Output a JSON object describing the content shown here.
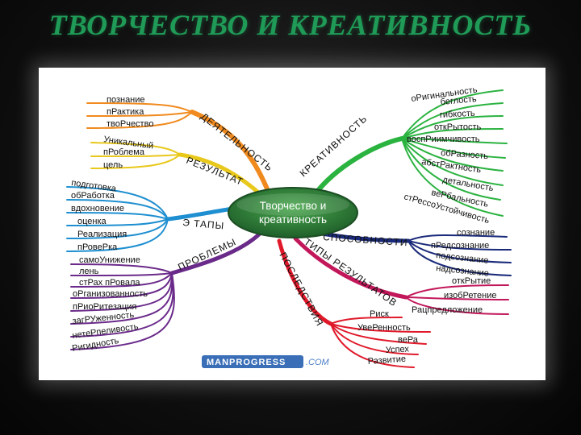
{
  "slide": {
    "title": "ТВОРЧЕСТВО И КРЕАТИВНОСТЬ"
  },
  "center": {
    "line1": "Творчество и",
    "line2": "креативность"
  },
  "colors": {
    "title": "#1f9a57",
    "deyatelnost": "#f08a1e",
    "rezultat": "#e8c81a",
    "etapy": "#1e8fd0",
    "problemy": "#6a2a8a",
    "kreativnost": "#2bb340",
    "sposobnosti": "#1a2a7a",
    "tipy": "#c2185b",
    "posledstviya": "#e0192a",
    "center": "#2f7a3a"
  },
  "branches": {
    "deyatelnost": {
      "label": "ДЕЯТЕЛЬНОСТЬ",
      "items": [
        "познание",
        "пРактика",
        "твоРчество"
      ]
    },
    "rezultat": {
      "label": "РЕЗУЛЬТАТ",
      "items": [
        "Уникальный",
        "пРоблема",
        "цель"
      ]
    },
    "etapy": {
      "label": "Э ТАПЫ",
      "items": [
        "подготовка",
        "обРаботка",
        "вдохновение",
        "оценка",
        "Реализация",
        "пРовеРка"
      ]
    },
    "problemy": {
      "label": "ПРОБЛЕМЫ",
      "items": [
        "самоУнижение",
        "лень",
        "стРах пРовала",
        "оРганизованность",
        "пРиоРитезация",
        "загРУженность",
        "нетеРпеливость",
        "Ригидность"
      ]
    },
    "kreativnost": {
      "label": "КРЕАТИВНОСТЬ",
      "items": [
        "оРигинальность",
        "беглость",
        "гибкость",
        "откРытость",
        "воспРиимчивость",
        "обРазность",
        "абстРактность",
        "детальность",
        "веРбальность",
        "стРессоУстойчивость"
      ]
    },
    "sposobnosti": {
      "label": "СПОСОБНОСТИ",
      "items": [
        "сознание",
        "пРедсознание",
        "подсознание",
        "надсознание"
      ]
    },
    "tipy": {
      "label": "ТИПЫ РЕЗУЛЬТАТОВ",
      "items": [
        "откРытие",
        "изобРетение",
        "Рацпредложение"
      ]
    },
    "posledstviya": {
      "label": "ПОСЛЕДСТВИЯ",
      "items": [
        "Риск",
        "УвеРенность",
        "веРа",
        "Успех",
        "Развитие"
      ]
    }
  },
  "logo": {
    "name": "MANPROGRESS",
    "suffix": ".COM"
  }
}
